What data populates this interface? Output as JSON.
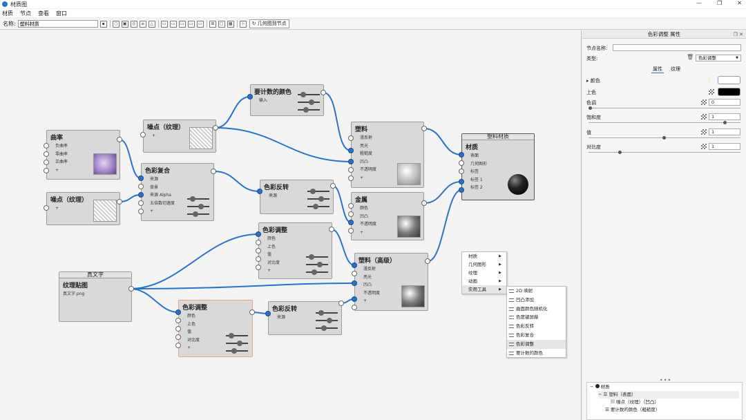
{
  "window": {
    "title": "材质图",
    "min": "—",
    "max": "❐",
    "close": "✕"
  },
  "menu": [
    "材质",
    "节点",
    "查看",
    "窗口"
  ],
  "toolbar": {
    "name_label": "名称:",
    "name_value": "塑料材质",
    "convert_label": "几何图到节点"
  },
  "nodes": {
    "curvature": {
      "title": "曲率",
      "ports": [
        "负曲率",
        "零曲率",
        "正曲率",
        "+"
      ]
    },
    "noise_top": {
      "title": "噪点（纹理）",
      "ports": [
        "+"
      ]
    },
    "noise_left": {
      "title": "噪点（纹理）",
      "ports": [
        "+"
      ]
    },
    "color_composite": {
      "title": "色彩复合",
      "ports": [
        "来源",
        "背景",
        "来源 Alpha",
        "五倍数切速度",
        "+"
      ]
    },
    "color_to_count": {
      "title": "要计数的颜色",
      "ports": [
        "输入"
      ]
    },
    "color_invert_1": {
      "title": "色彩反转",
      "ports": [
        "来源"
      ]
    },
    "plastic": {
      "title": "塑料",
      "ports": [
        "漫反射",
        "亮光",
        "粗糙度",
        "凹凸",
        "不透明度",
        "+"
      ]
    },
    "metal": {
      "title": "金属",
      "ports": [
        "颜色",
        "凹凸",
        "不透明度",
        "+"
      ]
    },
    "material": {
      "header": "塑料材质",
      "title": "材质",
      "ports": [
        "表面",
        "几何图形",
        "标签",
        "标签 1",
        "标签 2"
      ]
    },
    "color_adjust_1": {
      "title": "色彩调整",
      "ports": [
        "颜色",
        "上色",
        "值",
        "对比度",
        "+"
      ]
    },
    "text": {
      "header": "真文字",
      "title": "纹理贴图",
      "sub": "真文字.png"
    },
    "plastic_hq": {
      "title": "塑料（高级）",
      "ports": [
        "漫反射",
        "亮光",
        "凹凸",
        "不透明度",
        "+"
      ]
    },
    "color_adjust_2": {
      "title": "色彩调整",
      "ports": [
        "颜色",
        "上色",
        "值",
        "对比度",
        "+"
      ]
    },
    "color_invert_2": {
      "title": "色彩反转",
      "ports": [
        "来源"
      ]
    }
  },
  "context_menu": {
    "items": [
      "材质",
      "几何图形",
      "纹理",
      "动画",
      "实用工具"
    ],
    "submenu": [
      "2D 映射",
      "凹凸添加",
      "曲面颜色随机化",
      "色度键屏蔽",
      "色彩反转",
      "色彩复合",
      "色彩调整",
      "要计数的颜色"
    ]
  },
  "panel": {
    "header": "色彩调整 属性",
    "node_name_label": "节点名称:",
    "type_label": "类型:",
    "type_value": "色彩调整",
    "tabs": [
      "属性",
      "纹理"
    ],
    "color_label": "颜色",
    "tint_label": "上色",
    "hue_label": "色调",
    "hue_value": "0",
    "saturation_label": "饱和度",
    "saturation_value": "1",
    "value_label": "值",
    "value_value": "1",
    "contrast_label": "对比度",
    "contrast_value": "1",
    "colors": {
      "color": "#ffffff",
      "tint": "#000000"
    }
  },
  "tree": {
    "root": "材质",
    "child1": "塑料（表面）",
    "child2": "噪点（纹理）（凹凸）",
    "child3": "要计数的颜色（粗糙度）"
  }
}
